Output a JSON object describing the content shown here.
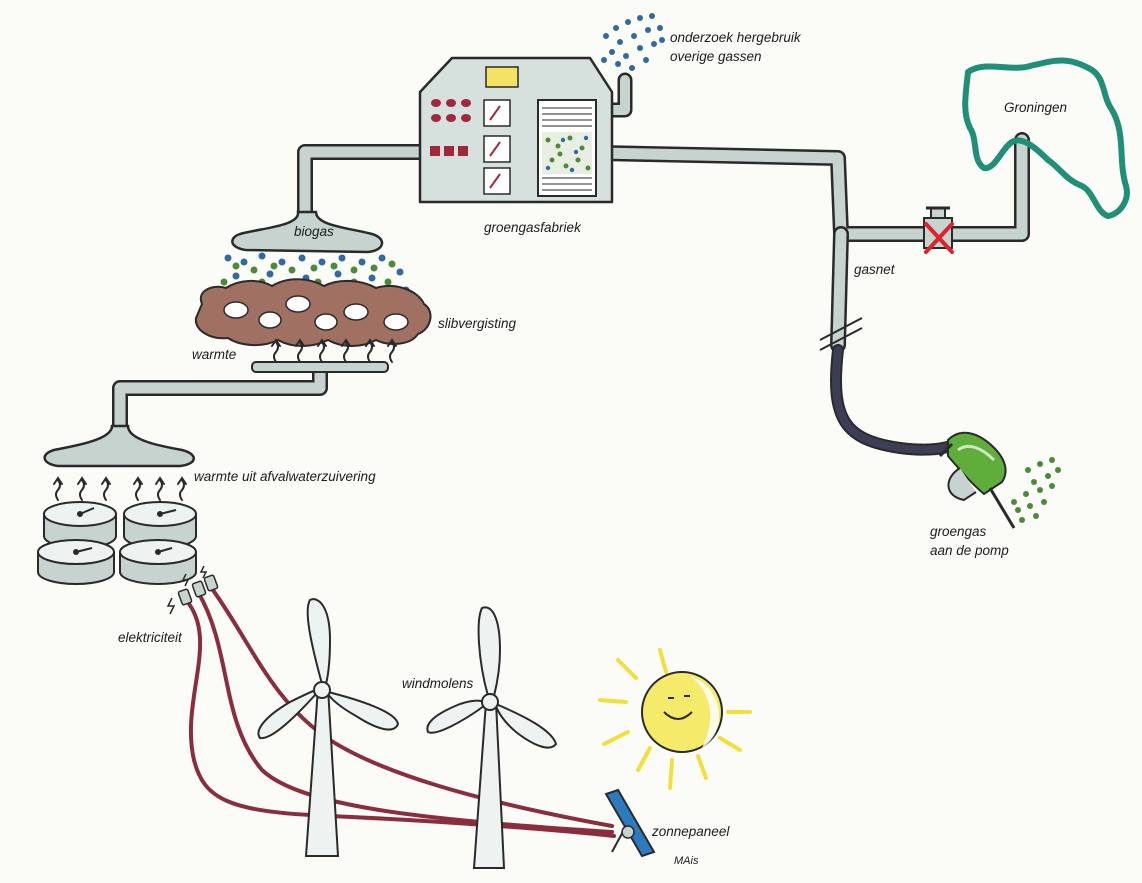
{
  "labels": {
    "onderzoek": [
      "onderzoek hergebruik",
      "overige gassen"
    ],
    "groningen": "Groningen",
    "biogas": "biogas",
    "groengasfabriek": "groengasfabriek",
    "gasnet": "gasnet",
    "slibvergisting": "slibvergisting",
    "warmte": "warmte",
    "warmte_afvalwater": "warmte uit afvalwaterzuivering",
    "groengas_pomp": [
      "groengas",
      "aan de pomp"
    ],
    "elektriciteit": "elektriciteit",
    "windmolens": "windmolens",
    "zonnepaneel": "zonnepaneel",
    "signature": "MAis"
  },
  "colors": {
    "pipe": "#c6d3cf",
    "pipe_outline": "#2a2a2a",
    "cable": "#8a2d3c",
    "gas_blue": "#2f6aa4",
    "gas_green": "#4c8a3a",
    "sludge": "#a07062",
    "province": "#1f8f78",
    "sun": "#f6ea6a",
    "sun_rays": "#f3df3a",
    "nozzle": "#5fae3c",
    "valve_x": "#e0202a",
    "panel": "#2c7bc0"
  }
}
